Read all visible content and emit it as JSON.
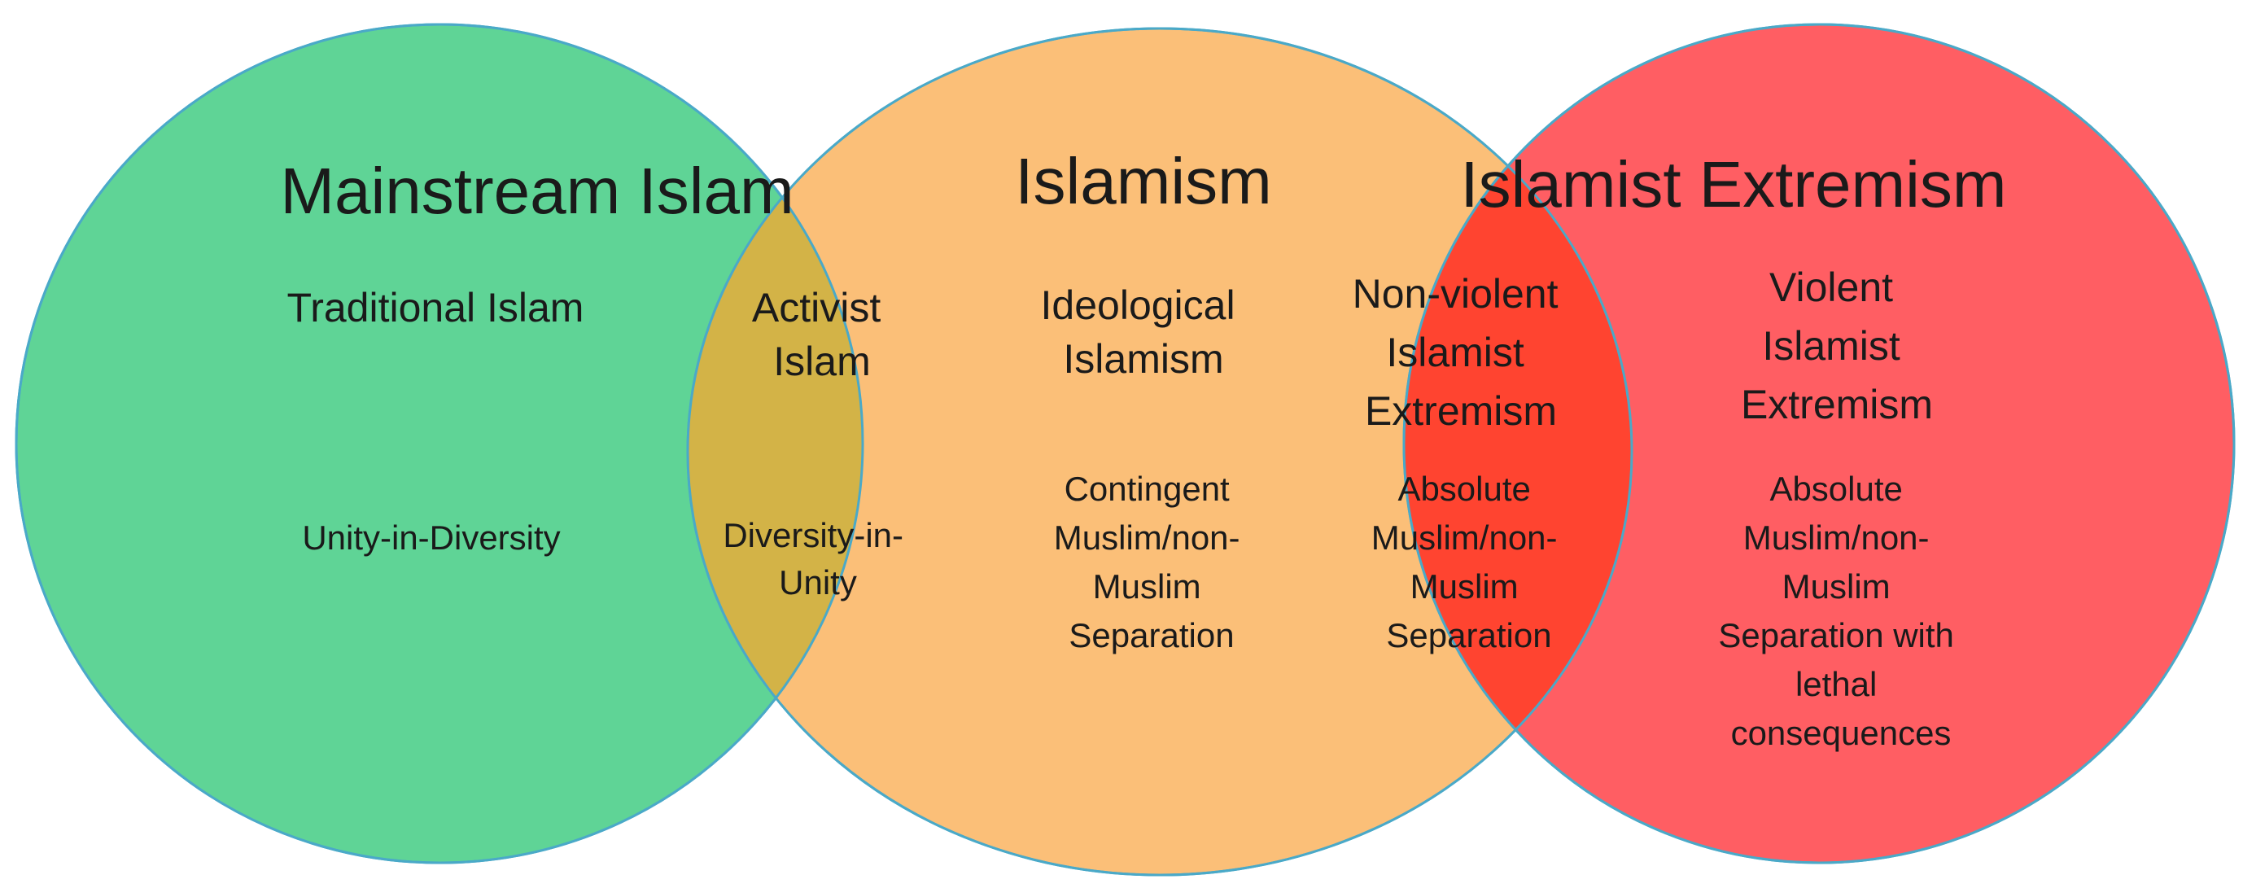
{
  "colors": {
    "green": "#5fd496",
    "orange": "#fbbf78",
    "red": "#ff5e63",
    "overlap_green_orange": "#d3b347",
    "overlap_orange_red": "#ff4430",
    "outline": "#4aa9c8",
    "text": "#1a1a1a"
  },
  "circles": [
    {
      "name": "Mainstream Islam",
      "color": "green"
    },
    {
      "name": "Islamism",
      "color": "orange"
    },
    {
      "name": "Islamist Extremism",
      "color": "red"
    }
  ],
  "titles": {
    "mainstream": "Mainstream Islam",
    "islamism": "Islamism",
    "extremism": "Islamist Extremism"
  },
  "mainstream": {
    "type": "Traditional Islam",
    "principle": "Unity-in-Diversity"
  },
  "overlap_mainstream_islamism": {
    "type": [
      "Activist",
      "Islam"
    ],
    "principle": [
      "Diversity-in-",
      "Unity"
    ]
  },
  "islamism": {
    "type": [
      "Ideological",
      "Islamism"
    ],
    "principle": [
      "Contingent",
      "Muslim/non-",
      "Muslim",
      "Separation"
    ]
  },
  "overlap_islamism_extremism": {
    "type": [
      "Non-violent",
      "Islamist",
      "Extremism"
    ],
    "principle": [
      "Absolute",
      "Muslim/non-",
      "Muslim",
      "Separation"
    ]
  },
  "extremism": {
    "type": [
      "Violent",
      "Islamist",
      "Extremism"
    ],
    "principle": [
      "Absolute",
      "Muslim/non-",
      "Muslim",
      "Separation with",
      "lethal",
      "consequences"
    ]
  }
}
